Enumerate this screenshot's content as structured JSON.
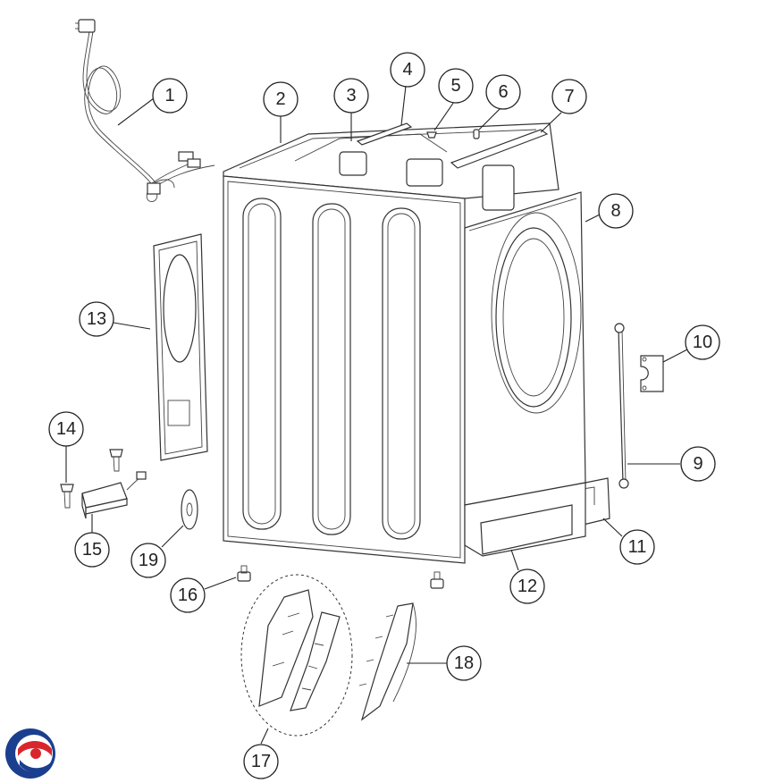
{
  "brand": {
    "logo_icon": "brand-logo-icon",
    "colors": {
      "blue": "#1b3f8f",
      "red": "#d9262c"
    }
  },
  "callouts": [
    {
      "id": "1",
      "label": "1"
    },
    {
      "id": "2",
      "label": "2"
    },
    {
      "id": "3",
      "label": "3"
    },
    {
      "id": "4",
      "label": "4"
    },
    {
      "id": "5",
      "label": "5"
    },
    {
      "id": "6",
      "label": "6"
    },
    {
      "id": "7",
      "label": "7"
    },
    {
      "id": "8",
      "label": "8"
    },
    {
      "id": "9",
      "label": "9"
    },
    {
      "id": "10",
      "label": "10"
    },
    {
      "id": "11",
      "label": "11"
    },
    {
      "id": "12",
      "label": "12"
    },
    {
      "id": "13",
      "label": "13"
    },
    {
      "id": "14",
      "label": "14"
    },
    {
      "id": "15",
      "label": "15"
    },
    {
      "id": "16",
      "label": "16"
    },
    {
      "id": "17",
      "label": "17"
    },
    {
      "id": "18",
      "label": "18"
    },
    {
      "id": "19",
      "label": "19"
    }
  ]
}
